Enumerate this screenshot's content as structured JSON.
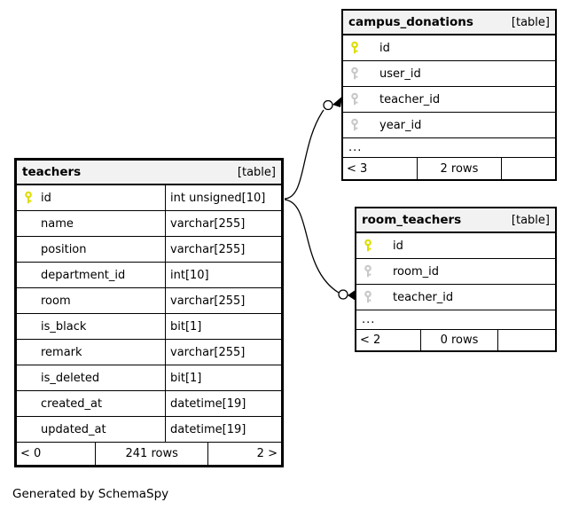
{
  "app": {
    "credit": "Generated by SchemaSpy"
  },
  "colors": {
    "primary_key_icon": "#dddd00",
    "foreign_key_icon": "#c8c8c8",
    "header_background": "#f2f2f2",
    "border": "#000000",
    "background": "#ffffff"
  },
  "tables": {
    "teachers": {
      "name": "teachers",
      "badge": "[table]",
      "columns": [
        {
          "name": "id",
          "type": "int unsigned[10]",
          "key": "pk"
        },
        {
          "name": "name",
          "type": "varchar[255]"
        },
        {
          "name": "position",
          "type": "varchar[255]"
        },
        {
          "name": "department_id",
          "type": "int[10]"
        },
        {
          "name": "room",
          "type": "varchar[255]"
        },
        {
          "name": "is_black",
          "type": "bit[1]"
        },
        {
          "name": "remark",
          "type": "varchar[255]"
        },
        {
          "name": "is_deleted",
          "type": "bit[1]"
        },
        {
          "name": "created_at",
          "type": "datetime[19]"
        },
        {
          "name": "updated_at",
          "type": "datetime[19]"
        }
      ],
      "footer": {
        "left": "< 0",
        "center": "241 rows",
        "right": "2 >"
      }
    },
    "campus_donations": {
      "name": "campus_donations",
      "badge": "[table]",
      "columns": [
        {
          "name": "id",
          "key": "pk"
        },
        {
          "name": "user_id",
          "key": "fk"
        },
        {
          "name": "teacher_id",
          "key": "fk"
        },
        {
          "name": "year_id",
          "key": "fk"
        }
      ],
      "ellipsis": "...",
      "footer": {
        "left": "< 3",
        "center": "2 rows",
        "right": ""
      }
    },
    "room_teachers": {
      "name": "room_teachers",
      "badge": "[table]",
      "columns": [
        {
          "name": "id",
          "key": "pk"
        },
        {
          "name": "room_id",
          "key": "fk"
        },
        {
          "name": "teacher_id",
          "key": "fk"
        }
      ],
      "ellipsis": "...",
      "footer": {
        "left": "< 2",
        "center": "0 rows",
        "right": ""
      }
    }
  },
  "relationships": [
    {
      "from": "teachers.id",
      "to": "campus_donations.teacher_id"
    },
    {
      "from": "teachers.id",
      "to": "room_teachers.teacher_id"
    }
  ]
}
